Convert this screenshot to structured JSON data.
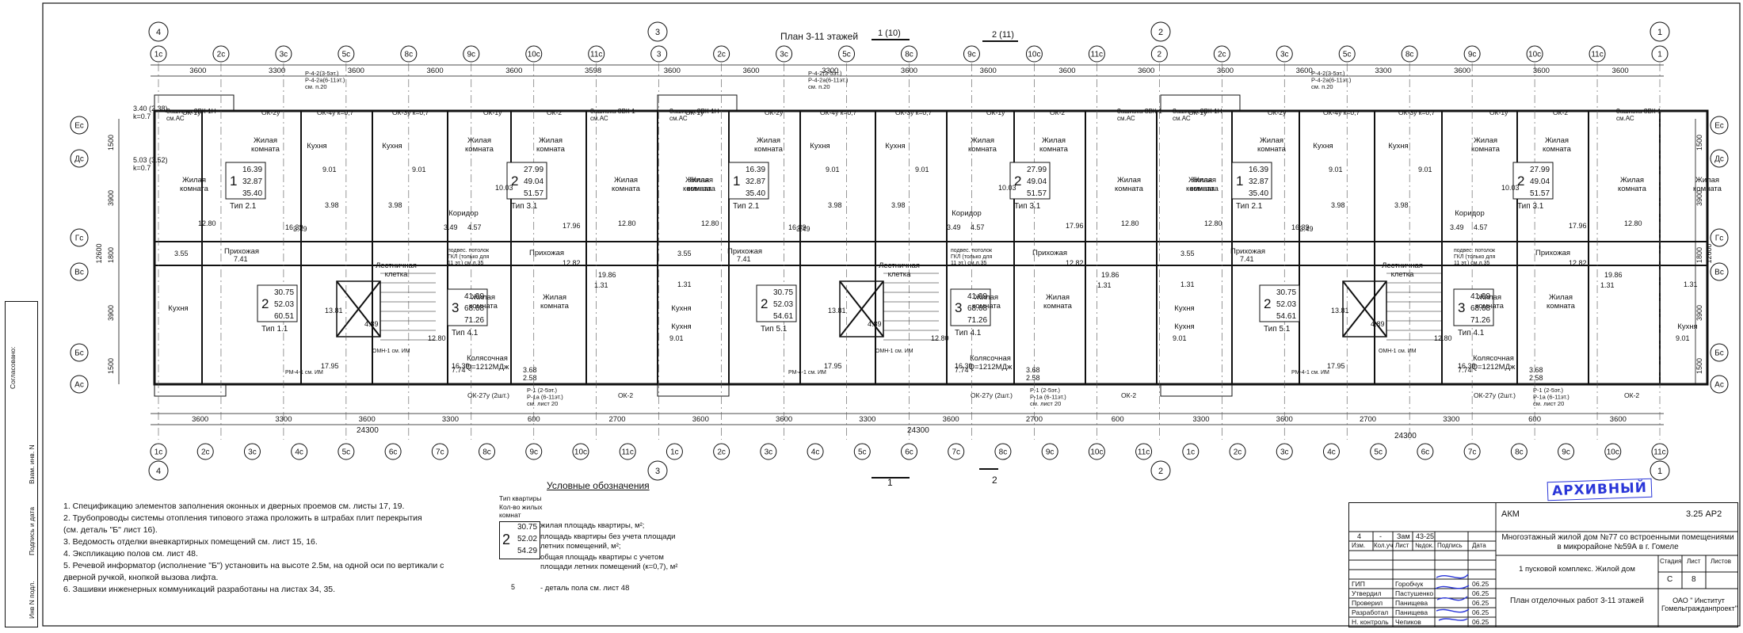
{
  "plan_title": "План 3-11 этажей",
  "sections": {
    "s1": "1 (10)",
    "s2": "2 (11)",
    "s1b": "1",
    "s2b": "2"
  },
  "axes_top": [
    "1с",
    "2с",
    "3с",
    "5с",
    "8с",
    "9с",
    "10с",
    "11с",
    "3",
    "2с",
    "3с",
    "5с",
    "8с",
    "9с",
    "10с",
    "11с",
    "2",
    "2с",
    "3с",
    "5с",
    "8с",
    "9с",
    "10с",
    "11с",
    "1"
  ],
  "axes_bottom": [
    "1с",
    "2с",
    "3с",
    "4с",
    "5с",
    "6с",
    "7с",
    "8с",
    "9с",
    "10с",
    "11с",
    "1с",
    "2с",
    "3с",
    "4с",
    "5с",
    "6с",
    "7с",
    "8с",
    "9с",
    "10с",
    "11с",
    "1с",
    "2с",
    "3с",
    "4с",
    "5с",
    "6с",
    "7с",
    "8с",
    "9с",
    "10с",
    "11с"
  ],
  "axes_circle_big": [
    "4",
    "3",
    "2",
    "1",
    "4",
    "3",
    "2",
    "1"
  ],
  "axes_left": [
    "Ес",
    "Дс",
    "Гс",
    "Вс",
    "Бс",
    "Ас"
  ],
  "axes_right": [
    "Ес",
    "Дс",
    "Гс",
    "Вс",
    "Бс",
    "Ас"
  ],
  "dims_top": [
    "3600",
    "3300",
    "3600",
    "3600",
    "3600",
    "3598",
    "3600",
    "3600",
    "3300",
    "3600",
    "3600",
    "3600",
    "3600",
    "3600",
    "3600",
    "3300",
    "3600",
    "3600",
    "3600"
  ],
  "dims_bottom": [
    "3600",
    "3300",
    "3600",
    "3300",
    "600",
    "2700",
    "3600",
    "3600",
    "3300",
    "3600",
    "2700",
    "600",
    "3300",
    "3600",
    "2700",
    "3300",
    "600",
    "3600"
  ],
  "dim_total": "24300",
  "dims_left": [
    "1500",
    "3900",
    "1800",
    "3900",
    "1500",
    "12600"
  ],
  "rooms": {
    "living": "Жилая комната",
    "kitchen": "Кухня",
    "hall": "Прихожая",
    "corridor": "Коридор",
    "stair": "Лестничная клетка",
    "stroller": "Колясочная",
    "stroller_q": "Q=1212МДж"
  },
  "apartments": [
    {
      "rooms": "1",
      "v1": "16.39",
      "v2": "32.87",
      "v3": "35.40",
      "type": "Тип 2.1"
    },
    {
      "rooms": "2",
      "v1": "27.99",
      "v2": "49.04",
      "v3": "51.57",
      "type": "Тип 3.1"
    },
    {
      "rooms": "2",
      "v1": "30.75",
      "v2": "52.03",
      "v3": "60.51",
      "type": "Тип 1.1"
    },
    {
      "rooms": "3",
      "v1": "41.99",
      "v2": "68.68",
      "v3": "71.26",
      "type": "Тип 4.1"
    },
    {
      "rooms": "1",
      "v1": "16.39",
      "v2": "32.87",
      "v3": "35.40",
      "type": "Тип 2.1"
    },
    {
      "rooms": "2",
      "v1": "27.99",
      "v2": "49.04",
      "v3": "51.57",
      "type": "Тип 3.1"
    },
    {
      "rooms": "2",
      "v1": "30.75",
      "v2": "52.03",
      "v3": "54.61",
      "type": "Тип 5.1"
    },
    {
      "rooms": "3",
      "v1": "41.99",
      "v2": "68.68",
      "v3": "71.26",
      "type": "Тип 4.1"
    },
    {
      "rooms": "1",
      "v1": "16.39",
      "v2": "32.87",
      "v3": "35.40",
      "type": "Тип 2.1"
    },
    {
      "rooms": "2",
      "v1": "27.99",
      "v2": "49.04",
      "v3": "51.57",
      "type": "Тип 3.1"
    },
    {
      "rooms": "2",
      "v1": "30.75",
      "v2": "52.03",
      "v3": "54.61",
      "type": "Тип 5.1"
    },
    {
      "rooms": "3",
      "v1": "41.99",
      "v2": "68.68",
      "v3": "71.26",
      "type": "Тип 4.1"
    }
  ],
  "areas": [
    "12.80",
    "16.39",
    "9.01",
    "3.98",
    "3.98",
    "9.01",
    "10.03",
    "4.57",
    "17.96",
    "3.49",
    "3.49",
    "12.80",
    "12.82",
    "7.41",
    "9.01",
    "3.55",
    "13.81",
    "4.89",
    "17.95",
    "7.74",
    "3.68",
    "2.58",
    "16.39",
    "12.80",
    "19.86",
    "1.31",
    "1.31"
  ],
  "windows": [
    "ОК-2у",
    "ОК-1у",
    "ОК-4у к=0,7",
    "ОК-3у к=0,7",
    "ОК-1у",
    "ОК-2",
    "ОК-27у (2шт.)",
    "ОК-2"
  ],
  "window_notes": {
    "zashivka": "Зашивка ЗВК-1Н см.АС",
    "zashivka2": "Зашивка ЗВК-1 см.АС",
    "r4": "Р-4-2(3-5эт.) Р-4-2а(6-11эт.) см. п.20",
    "r1": "Р-1 (2-5эт.) Р-1а (6-11эт.) см. лист 20",
    "left_box": "3.40 (2.38) k=0.7",
    "left_box2": "5.03 (3.52) k=0.7",
    "ceiling": "подвес. потолок ГКЛ (только для 11 эт.) см.л.35",
    "rm": "РМ-4-1 см. ИМ",
    "omn": "ОМН-1 см. ИМ"
  },
  "notes": [
    "1. Спецификацию элементов заполнения оконных и дверных проемов см. листы 17, 19.",
    "2. Трубопроводы системы отопления  типового этажа проложить в штрабах  плит  перекрытия",
    "(см. деталь \"Б\" лист 16).",
    "3. Ведомость отделки вневкартирных помещений см. лист 15, 16.",
    "4. Экспликацию полов см. лист 48.",
    "5. Речевой информатор (исполнение \"Б\") установить на высоте 2.5м, на одной оси по вертикали с",
    "дверной ручкой, кнопкой вызова лифта.",
    "6. Зашивки инженерных коммуникаций  разработаны на  листах 34, 35."
  ],
  "legend": {
    "title": "Условные обозначения",
    "type_lbl": "Тип квартиры",
    "count_lbl": "Кол-во жилых комнат",
    "n": "2",
    "v1": "30.75",
    "v2": "52.02",
    "v3": "54.29",
    "d1": "жилая площадь квартиры, м²;",
    "d2": "площадь квартиры без учета площади летних помещений, м²;",
    "d3": "общая площадь квартиры с учетом площади летних помещений (к=0,7), м²",
    "d4": "- деталь пола см. лист 48",
    "d4n": "5"
  },
  "stamp": {
    "code": "АКМ",
    "sheet_code": "3.25  АР2",
    "title": "Многоэтажный жилой дом №77 со встроенными помещениями в микрорайоне №59А в г. Гомеле",
    "complex": "1 пусковой комплекс. Жилой дом",
    "drawing": "План отделочных работ 3-11 этажей",
    "org": "ОАО \" Институт Гомельгражданпроект\"",
    "stage_h": "Стадия",
    "list_h": "Лист",
    "lists_h": "Листов",
    "stage": "С",
    "list": "8",
    "cols": [
      "Изм.",
      "Кол.уч",
      "Лист",
      "№док.",
      "Подпись",
      "Дата"
    ],
    "people": [
      {
        "role": "ГИП",
        "name": "Горобчук",
        "date": "06.25"
      },
      {
        "role": "Утвердил",
        "name": "Пастушенко",
        "date": "06.25"
      },
      {
        "role": "Проверил",
        "name": "Панищева",
        "date": "06.25"
      },
      {
        "role": "Разработал",
        "name": "Панищева",
        "date": "06.25"
      },
      {
        "role": "Н. контроль",
        "name": "Чепиков",
        "date": "06.25"
      }
    ],
    "rev": {
      "a": "4",
      "b": "-",
      "c": "Зам",
      "d": "43-25"
    }
  },
  "archive": "АРХИВНЫЙ",
  "side": {
    "a": "Согласовано:",
    "b": "Взам. инв. N",
    "c": "Подпись и дата",
    "d": "Инв N подл."
  },
  "colors": {
    "ink": "#111111",
    "archive": "#2a36d8"
  }
}
